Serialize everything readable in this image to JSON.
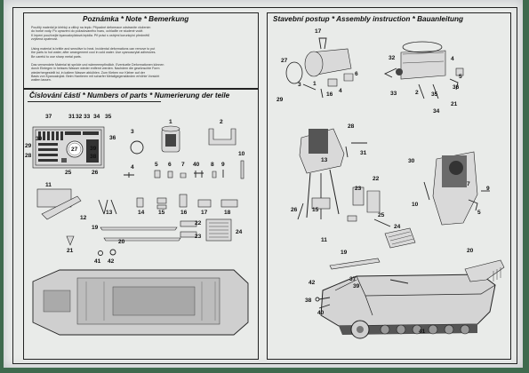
{
  "notes": {
    "title": "Poznámka * Note * Bemerkung",
    "para1_line1": "Použitý materiál je křehký a citlivý na teplo. Případné deformace odstraníte vložením",
    "para1_line2": "do horké vody. Po upravení do požadovaného tvaru, ochlaďte ve studené vodě.",
    "para1_line3": "K lepení používejte kyanoakrylátová lepidla. Při práci s ostrými korunky/ní předmětů",
    "para1_line4": "zvýšená opatrnost.",
    "para2_line1": "Using material is brittle and sensitive to heat. Incidental deformations can remove to put",
    "para2_line2": "the parts to hot water, after arrangement cool in cold water. Use cyanoacrylat adhesives.",
    "para2_line3": "Be careful to use sharp metal parts.",
    "para3_line1": "Das verwendete Material ist spröde und wärmeempfindlich. Eventuelle Deformationen können",
    "para3_line2": "durch Eintegen in heisses Wasser wieder entfernt werden. Nachdem die gewünschte Form",
    "para3_line3": "wiederhergestellt ist, in kaltem Wasser abkühlen. Zum Kleben nur Kleber auf der",
    "para3_line4": "Basis von Kyanoakrylat. Beim Hantieren mit scharfer Metallgegenständen erhöhte Vorsicht",
    "para3_line5": "walten lassen."
  },
  "parts": {
    "title": "Číslování částí * Numbers of parts * Numerierung der teile"
  },
  "assembly": {
    "title": "Stavební postup * Assembly instruction * Bauanleitung"
  },
  "part_numbers_left": {
    "p37": "37",
    "p31": "31",
    "p32": "32",
    "p33": "33",
    "p34": "34",
    "p35": "35",
    "p36": "36",
    "p29": "29",
    "p30": "30",
    "p28": "28",
    "p27": "27",
    "p39": "39",
    "p38": "38",
    "p25": "25",
    "p26": "26",
    "p1": "1",
    "p2": "2",
    "p3": "3",
    "p4": "4",
    "p5": "5",
    "p6": "6",
    "p7": "7",
    "p40": "40",
    "p8": "8",
    "p9": "9",
    "p10": "10",
    "p11": "11",
    "p12": "12",
    "p13": "13",
    "p14": "14",
    "p15": "15",
    "p16": "16",
    "p17": "17",
    "p18": "18",
    "p19": "19",
    "p20": "20",
    "p21": "21",
    "p22": "22",
    "p23": "23",
    "p24": "24",
    "p41": "41",
    "p42": "42"
  },
  "part_numbers_right": {
    "r17": "17",
    "r27": "27",
    "r3": "3",
    "r1": "1",
    "r16": "16",
    "r6": "6",
    "r29": "29",
    "r4": "4",
    "r28": "28",
    "r13": "13",
    "r31": "31",
    "r32": "32",
    "r33": "33",
    "r2": "2",
    "r35": "35",
    "r34": "34",
    "r36": "36",
    "r21": "21",
    "r5": "5",
    "r4b": "4",
    "r26": "26",
    "r15": "15",
    "r11": "11",
    "r23": "23",
    "r22": "22",
    "r25": "25",
    "r30": "30",
    "r10": "10",
    "r7": "7",
    "r9": "9",
    "r5b": "5",
    "r24": "24",
    "r19": "19",
    "r37": "37",
    "r39": "39",
    "r42": "42",
    "r38": "38",
    "r40": "40",
    "r41": "41",
    "r20": "20"
  }
}
